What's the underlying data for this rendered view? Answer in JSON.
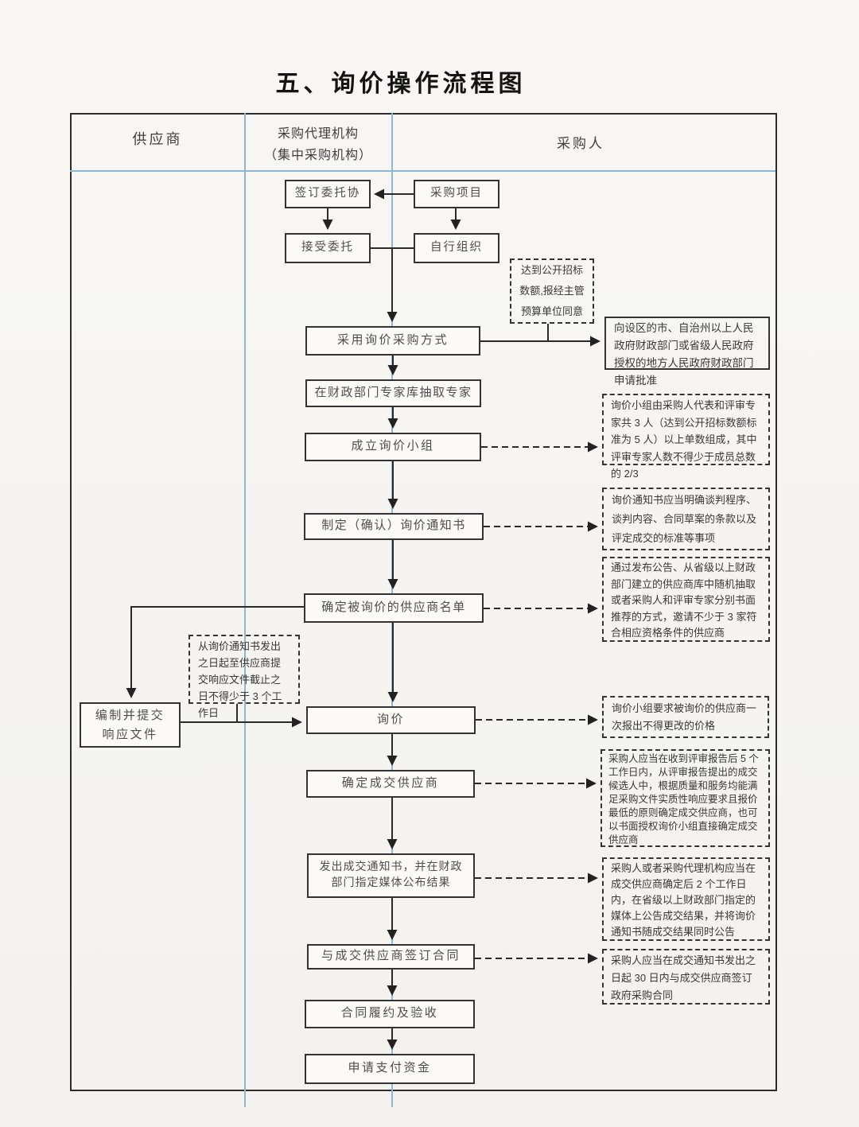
{
  "title": "五、询价操作流程图",
  "lanes": {
    "supplier": "供应商",
    "agency": "采购代理机构\n（集中采购机构）",
    "purchaser": "采购人"
  },
  "nodes": {
    "sign_agreement": "签订委托协",
    "procurement_project": "采购项目",
    "accept_entrustment": "接受委托",
    "self_organize": "自行组织",
    "adopt_inquiry_method": "采用询价采购方式",
    "extract_experts": "在财政部门专家库抽取专家",
    "form_inquiry_team": "成立询价小组",
    "make_inquiry_notice": "制定（确认）询价通知书",
    "confirm_supplier_list": "确定被询价的供应商名单",
    "prepare_response": "编制并提交\n响应文件",
    "inquiry": "询价",
    "confirm_deal_supplier": "确定成交供应商",
    "issue_deal_notice": "发出成交通知书，并在财政部门指定媒体公布结果",
    "sign_contract": "与成交供应商签订合同",
    "contract_performance": "合同履约及验收",
    "apply_payment": "申请支付资金"
  },
  "notes": {
    "open_tender_threshold": "达到公开招标\n数额,报经主管\n预算单位同意",
    "apply_approval": "向设区的市、自治州以上人民政府财政部门或省级人民政府授权的地方人民政府财政部门申请批准",
    "team_composition": "询价小组由采购人代表和评审专家共 3 人（达到公开招标数额标准为 5 人）以上单数组成，其中评审专家人数不得少于成员总数的 2/3",
    "notice_content": "询价通知书应当明确谈判程序、谈判内容、合同草案的条款以及评定成交的标准等事项",
    "supplier_selection": "通过发布公告、从省级以上财政部门建立的供应商库中随机抽取或者采购人和评审专家分别书面推荐的方式，邀请不少于 3 家符合相应资格条件的供应商",
    "response_deadline": "从询价通知书发出之日起至供应商提交响应文件截止之日不得少于 3 个工作日",
    "one_time_quote": "询价小组要求被询价的供应商一次报出不得更改的价格",
    "confirm_rules": "采购人应当在收到评审报告后 5 个工作日内，从评审报告提出的成交候选人中，根据质量和服务均能满足采购文件实质性响应要求且报价最低的原则确定成交供应商，也可以书面授权询价小组直接确定成交供应商",
    "announce_result": "采购人或者采购代理机构应当在成交供应商确定后 2 个工作日内，在省级以上财政部门指定的媒体上公告成交结果，并将询价通知书随成交结果同时公告",
    "contract_deadline": "采购人应当在成交通知书发出之日起 30 日内与成交供应商签订政府采购合同"
  },
  "colors": {
    "lane_line": "#8db8cd",
    "ink": "#2c2c2c"
  }
}
